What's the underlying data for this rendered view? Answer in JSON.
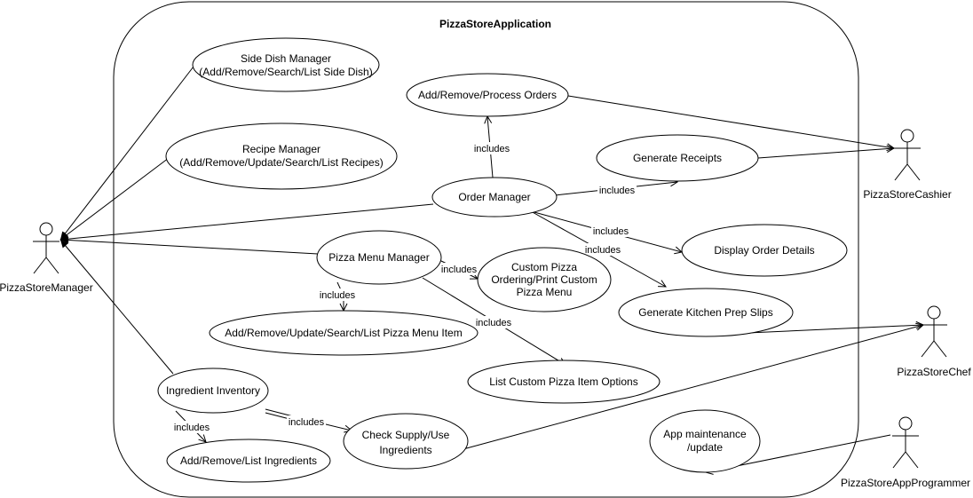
{
  "system": {
    "title": "PizzaStoreApplication"
  },
  "actors": {
    "manager": "PizzaStoreManager",
    "cashier": "PizzaStoreCashier",
    "chef": "PizzaStoreChef",
    "programmer": "PizzaStoreAppProgrammer"
  },
  "use_cases": {
    "side_dish": [
      "Side Dish Manager",
      "(Add/Remove/Search/List Side Dish)"
    ],
    "recipe": [
      "Recipe Manager",
      "(Add/Remove/Update/Search/List Recipes)"
    ],
    "process_orders": [
      "Add/Remove/Process Orders"
    ],
    "generate_receipts": [
      "Generate Receipts"
    ],
    "order_manager": [
      "Order Manager"
    ],
    "display_order": [
      "Display Order Details"
    ],
    "pizza_menu": [
      "Pizza Menu Manager"
    ],
    "custom_pizza": [
      "Custom Pizza",
      "Ordering/Print Custom",
      "Pizza Menu"
    ],
    "kitchen_slips": [
      "Generate Kitchen Prep Slips"
    ],
    "menu_item": [
      "Add/Remove/Update/Search/List Pizza Menu Item"
    ],
    "custom_options": [
      "List Custom Pizza Item Options"
    ],
    "ingredient_inventory": [
      "Ingredient Inventory"
    ],
    "check_supply": [
      "Check Supply/Use",
      "Ingredients"
    ],
    "app_maintenance": [
      "App maintenance",
      "/update"
    ],
    "ingredients_list": [
      "Add/Remove/List Ingredients"
    ]
  },
  "relation_label": "includes"
}
